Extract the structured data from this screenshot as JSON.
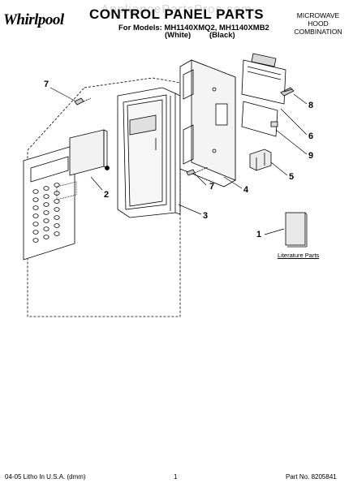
{
  "header": {
    "brand": "Whirlpool",
    "watermark": "AppliancePartsPros.com",
    "title": "CONTROL PANEL PARTS",
    "models": "For Models: MH1140XMQ2, MH1140XMB2",
    "color_white": "(White)",
    "color_black": "(Black)",
    "appliance_type": [
      "MICROWAVE",
      "HOOD",
      "COMBINATION"
    ]
  },
  "callouts": [
    {
      "id": "callout-7a",
      "label": "7"
    },
    {
      "id": "callout-2",
      "label": "2"
    },
    {
      "id": "callout-3",
      "label": "3"
    },
    {
      "id": "callout-4",
      "label": "4"
    },
    {
      "id": "callout-7b",
      "label": "7"
    },
    {
      "id": "callout-8",
      "label": "8"
    },
    {
      "id": "callout-6",
      "label": "6"
    },
    {
      "id": "callout-9",
      "label": "9"
    },
    {
      "id": "callout-5",
      "label": "5"
    },
    {
      "id": "callout-1",
      "label": "1"
    }
  ],
  "literature_label": "Literature Parts",
  "footer": {
    "litho": "04-05 Litho In U.S.A. (dmm)",
    "page": "1",
    "part_no": "Part No. 8205841"
  }
}
